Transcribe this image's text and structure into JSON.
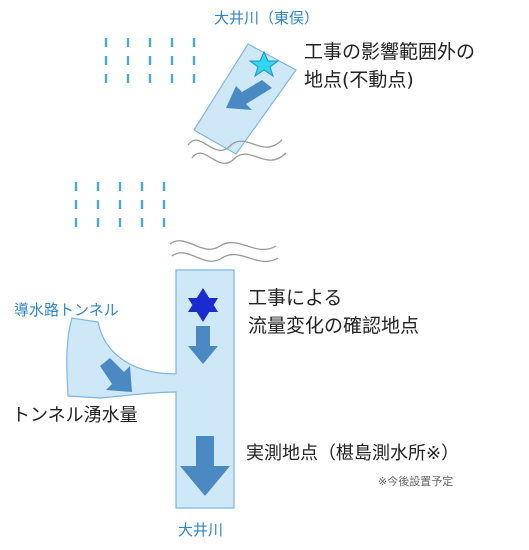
{
  "labels": {
    "upstream_river": "大井川（東俣）",
    "reference_point_line1": "工事の影響範囲外の",
    "reference_point_line2": "地点(不動点)",
    "headrace_tunnel": "導水路トンネル",
    "flow_check_line1": "工事による",
    "flow_check_line2": "流量変化の確認地点",
    "tunnel_inflow": "トンネル湧水量",
    "measurement_point": "実測地点（椹島測水所※）",
    "planned_note": "※今後設置予定",
    "downstream_river": "大井川"
  },
  "colors": {
    "river_fill": "#cfe8f8",
    "river_edge": "#7fb6dc",
    "arrow": "#4a89c2",
    "star_cyan": "#33d6f0",
    "star_blue": "#1a2bd0",
    "text_blue": "#2f86c6",
    "rain": "#4ca6dd"
  },
  "icons": {
    "reference_star": "star-outline-icon",
    "check_star": "star-of-david-icon",
    "flow_arrow": "down-arrow-icon"
  }
}
